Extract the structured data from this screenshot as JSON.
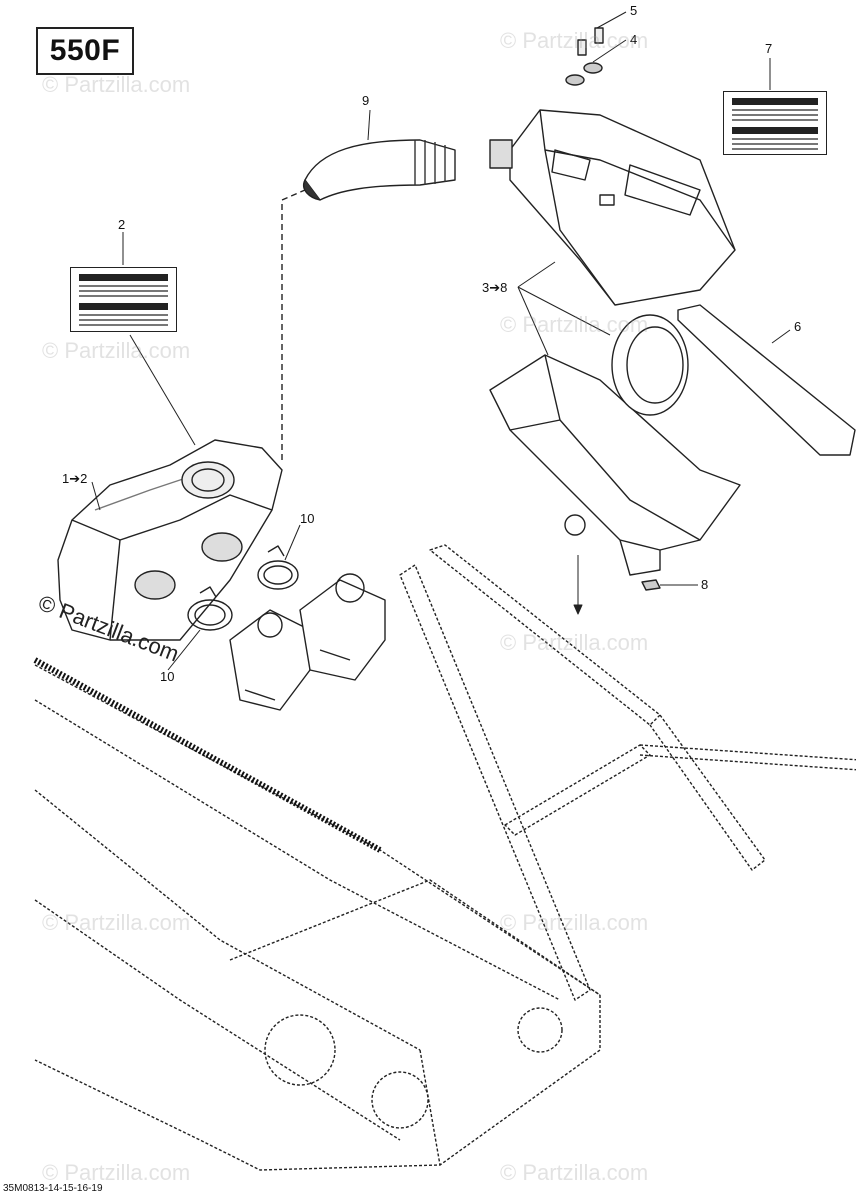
{
  "model_badge": "550F",
  "reference_code": "35M0813-14-15-16-19",
  "watermark": "© Partzilla.com",
  "callouts": [
    {
      "id": "c1",
      "text": "1➔2"
    },
    {
      "id": "c2",
      "text": "2"
    },
    {
      "id": "c3",
      "text": "3➔8"
    },
    {
      "id": "c4",
      "text": "4"
    },
    {
      "id": "c5",
      "text": "5"
    },
    {
      "id": "c6",
      "text": "6"
    },
    {
      "id": "c7",
      "text": "7"
    },
    {
      "id": "c8",
      "text": "8"
    },
    {
      "id": "c9",
      "text": "9"
    },
    {
      "id": "c10a",
      "text": "10"
    },
    {
      "id": "c10b",
      "text": "10"
    }
  ],
  "colors": {
    "line": "#222222",
    "fill": "#ffffff",
    "shade": "#cfcfcf",
    "watermark": "#969696"
  }
}
